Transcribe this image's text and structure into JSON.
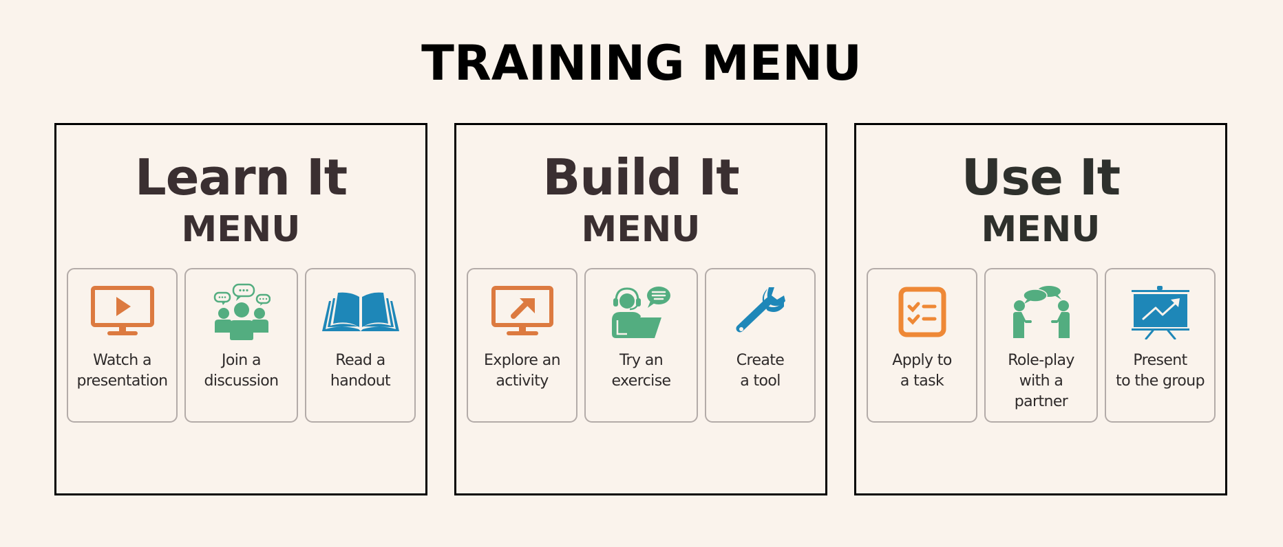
{
  "title": "TRAINING MENU",
  "colors": {
    "background": "#FAF3EC",
    "orange": "#DC7A40",
    "green": "#53AD80",
    "blue": "#1E87B8",
    "card_border": "#B3ABA8",
    "heading": "#3A2F31"
  },
  "panels": [
    {
      "heading": "Learn It",
      "subheading": "MENU",
      "cards": [
        {
          "icon": "monitor-play-icon",
          "label": "Watch a presentation"
        },
        {
          "icon": "group-discussion-icon",
          "label": "Join a discussion"
        },
        {
          "icon": "open-book-icon",
          "label": "Read a handout"
        }
      ]
    },
    {
      "heading": "Build It",
      "subheading": "MENU",
      "cards": [
        {
          "icon": "monitor-arrow-icon",
          "label": "Explore an activity"
        },
        {
          "icon": "headset-laptop-icon",
          "label": "Try an exercise"
        },
        {
          "icon": "wrench-icon",
          "label": "Create a tool"
        }
      ]
    },
    {
      "heading": "Use It",
      "subheading": "MENU",
      "cards": [
        {
          "icon": "checklist-icon",
          "label": "Apply to a task"
        },
        {
          "icon": "role-play-icon",
          "label": "Role-play with a partner"
        },
        {
          "icon": "presentation-easel-icon",
          "label": "Present to the group"
        }
      ]
    }
  ]
}
